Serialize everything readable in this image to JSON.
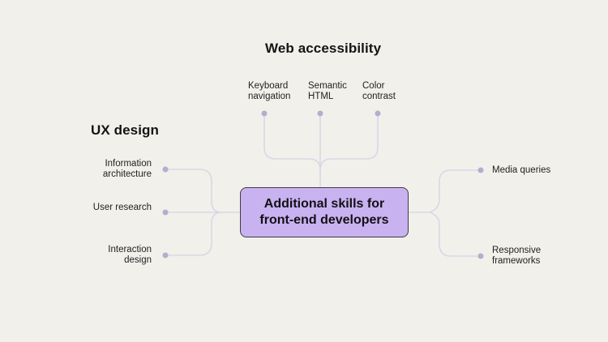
{
  "diagram": {
    "center": {
      "title_line1": "Additional skills for",
      "title_line2": "front-end developers"
    },
    "branches": {
      "ux_design": {
        "heading": "UX design",
        "items": [
          {
            "label": "Information architecture"
          },
          {
            "label": "User research"
          },
          {
            "label": "Interaction design"
          }
        ]
      },
      "web_accessibility": {
        "heading": "Web accessibility",
        "items": [
          {
            "label": "Keyboard navigation"
          },
          {
            "label": "Semantic HTML"
          },
          {
            "label": "Color contrast"
          }
        ]
      },
      "responsive_design": {
        "items": [
          {
            "label": "Media queries"
          },
          {
            "label": "Responsive frameworks"
          }
        ]
      }
    },
    "colors": {
      "background": "#f2f0eb",
      "node_fill": "#c9b2f0",
      "node_border": "#3e3b45",
      "connector": "#d9d7e5",
      "dot": "#b3aecd",
      "text": "#141414"
    }
  }
}
